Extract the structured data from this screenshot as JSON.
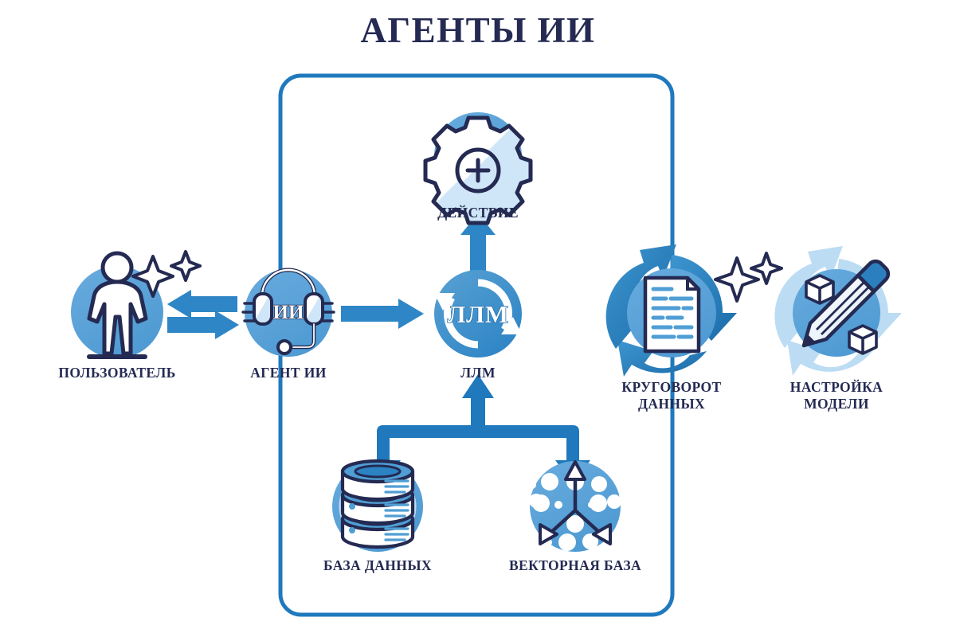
{
  "page": {
    "title": "АГЕНТЫ ИИ",
    "background": "#ffffff",
    "title_color": "#242a52"
  },
  "palette": {
    "navy": "#242a52",
    "accent_blue": "#2079bd",
    "mid_blue": "#5ba3d9",
    "light_blue": "#a8cfec",
    "pale_blue": "#d7e9f7",
    "deep_blue": "#1b6aa8",
    "white": "#ffffff"
  },
  "boundary": {
    "name": "agent-system-boundary",
    "stroke": "#2079bd",
    "stroke_width": 5,
    "corner_radius": 26
  },
  "nodes": [
    {
      "id": "user",
      "label": "ПОЛЬЗОВАТЕЛЬ",
      "icon": "user-person-icon",
      "circle_color": "#5ba3d9",
      "has_sparkles": true
    },
    {
      "id": "ai-agent",
      "label": "АГЕНТ ИИ",
      "icon": "headset-icon",
      "icon_text": "ИИ",
      "circle_color": "#5ba3d9",
      "has_sparkles": false
    },
    {
      "id": "llm",
      "label": "ЛЛМ",
      "icon": "circular-arrows-icon",
      "icon_text": "ЛЛМ",
      "circle_color": "#2e8bcc",
      "has_sparkles": false
    },
    {
      "id": "action",
      "label": "ДЕЙСТВИЕ",
      "icon": "gear-plus-icon",
      "circle_color": "#5ba3d9",
      "has_sparkles": false
    },
    {
      "id": "database",
      "label": "БАЗА ДАННЫХ",
      "icon": "database-stack-icon",
      "circle_color": "#5ba3d9",
      "has_sparkles": false
    },
    {
      "id": "vector-database",
      "label": "ВЕКТОРНАЯ БАЗА",
      "icon": "vector-nodes-icon",
      "circle_color": "#5ba3d9",
      "has_sparkles": false
    },
    {
      "id": "data-cycle",
      "label": "КРУГОВОРОТ\nДАННЫХ",
      "icon": "document-cycle-icon",
      "circle_color": "#5ba3d9",
      "ring_color": "#2079bd",
      "has_sparkles": true
    },
    {
      "id": "model-tuning",
      "label": "НАСТРОЙКА\nМОДЕЛИ",
      "icon": "pencil-cubes-icon",
      "circle_color": "#5ba3d9",
      "ring_color": "#bcdcf4",
      "has_sparkles": false
    }
  ],
  "connectors": [
    {
      "id": "agent-to-user",
      "from": "ai-agent",
      "to": "user",
      "direction": "left",
      "style": "straight-arrow"
    },
    {
      "id": "user-to-agent",
      "from": "user",
      "to": "ai-agent",
      "direction": "right",
      "style": "straight-arrow"
    },
    {
      "id": "agent-to-llm",
      "from": "ai-agent",
      "to": "llm",
      "direction": "right",
      "style": "straight-arrow"
    },
    {
      "id": "llm-to-action",
      "from": "llm",
      "to": "action",
      "direction": "up",
      "style": "straight-arrow"
    },
    {
      "id": "llm-to-stores",
      "from": "llm",
      "to": "database-and-vector",
      "direction": "bidirectional-fork",
      "style": "bracket-arrow"
    }
  ]
}
